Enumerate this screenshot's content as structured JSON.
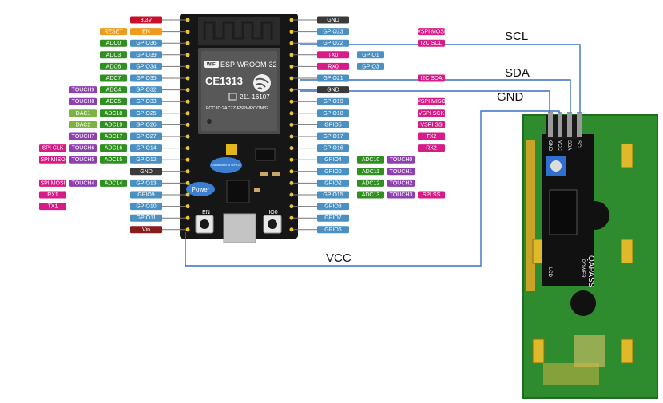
{
  "colors": {
    "red": "#c8102e",
    "orange": "#ee9b1d",
    "green": "#2f8f1f",
    "lightgreen": "#7cb342",
    "blue": "#4a90c2",
    "purple": "#8e3fb0",
    "pink": "#d81b87",
    "gray": "#3a3a3a",
    "darkred": "#8b1a1a",
    "wire": "#3b6fc9",
    "board": "#1a1a1a",
    "lcd_pcb": "#2e8b2e"
  },
  "left_pins": [
    {
      "main": {
        "text": "3.3V",
        "color": "red"
      },
      "extras": []
    },
    {
      "main": {
        "text": "EN",
        "color": "orange"
      },
      "extras": [
        {
          "text": "RESET",
          "color": "orange"
        }
      ]
    },
    {
      "main": {
        "text": "GPIO36",
        "color": "blue"
      },
      "extras": [
        {
          "text": "ADC0",
          "color": "green"
        }
      ]
    },
    {
      "main": {
        "text": "GPIO39",
        "color": "blue"
      },
      "extras": [
        {
          "text": "ADC3",
          "color": "green"
        }
      ]
    },
    {
      "main": {
        "text": "GPIO34",
        "color": "blue"
      },
      "extras": [
        {
          "text": "ADC6",
          "color": "green"
        }
      ]
    },
    {
      "main": {
        "text": "GPIO35",
        "color": "blue"
      },
      "extras": [
        {
          "text": "ADC7",
          "color": "green"
        }
      ]
    },
    {
      "main": {
        "text": "GPIO32",
        "color": "blue"
      },
      "extras": [
        {
          "text": "ADC4",
          "color": "green"
        },
        {
          "text": "TOUCH9",
          "color": "purple"
        }
      ]
    },
    {
      "main": {
        "text": "GPIO33",
        "color": "blue"
      },
      "extras": [
        {
          "text": "ADC5",
          "color": "green"
        },
        {
          "text": "TOUCH8",
          "color": "purple"
        }
      ]
    },
    {
      "main": {
        "text": "GPIO25",
        "color": "blue"
      },
      "extras": [
        {
          "text": "ADC18",
          "color": "green"
        },
        {
          "text": "DAC1",
          "color": "lightgreen"
        }
      ]
    },
    {
      "main": {
        "text": "GPIO26",
        "color": "blue"
      },
      "extras": [
        {
          "text": "ADC19",
          "color": "green"
        },
        {
          "text": "DAC2",
          "color": "lightgreen"
        }
      ]
    },
    {
      "main": {
        "text": "GPIO27",
        "color": "blue"
      },
      "extras": [
        {
          "text": "ADC17",
          "color": "green"
        },
        {
          "text": "TOUCH7",
          "color": "purple"
        }
      ]
    },
    {
      "main": {
        "text": "GPIO14",
        "color": "blue"
      },
      "extras": [
        {
          "text": "ADC16",
          "color": "green"
        },
        {
          "text": "TOUCH6",
          "color": "purple"
        },
        {
          "text": "SPI CLK",
          "color": "pink"
        }
      ]
    },
    {
      "main": {
        "text": "GPIO12",
        "color": "blue"
      },
      "extras": [
        {
          "text": "ADC15",
          "color": "green"
        },
        {
          "text": "TOUCH5",
          "color": "purple"
        },
        {
          "text": "SPI MISO",
          "color": "pink"
        }
      ]
    },
    {
      "main": {
        "text": "GND",
        "color": "gray"
      },
      "extras": []
    },
    {
      "main": {
        "text": "GPIO13",
        "color": "blue"
      },
      "extras": [
        {
          "text": "ADC14",
          "color": "green"
        },
        {
          "text": "TOUCH4",
          "color": "purple"
        },
        {
          "text": "SPI MOSI",
          "color": "pink"
        }
      ]
    },
    {
      "main": {
        "text": "GPIO9",
        "color": "blue"
      },
      "extras": [
        {
          "text": "",
          "color": "none"
        },
        {
          "text": "",
          "color": "none"
        },
        {
          "text": "RX1",
          "color": "pink"
        }
      ]
    },
    {
      "main": {
        "text": "GPIO10",
        "color": "blue"
      },
      "extras": [
        {
          "text": "",
          "color": "none"
        },
        {
          "text": "",
          "color": "none"
        },
        {
          "text": "TX1",
          "color": "pink"
        }
      ]
    },
    {
      "main": {
        "text": "GPIO11",
        "color": "blue"
      },
      "extras": []
    },
    {
      "main": {
        "text": "Vin",
        "color": "darkred"
      },
      "extras": []
    }
  ],
  "right_pins": [
    {
      "main": {
        "text": "GND",
        "color": "gray"
      },
      "extras": []
    },
    {
      "main": {
        "text": "GPIO23",
        "color": "blue"
      },
      "extras": [
        {
          "text": "",
          "color": "none"
        },
        {
          "text": "",
          "color": "none"
        },
        {
          "text": "VSPI MOSI",
          "color": "pink"
        }
      ]
    },
    {
      "main": {
        "text": "GPIO22",
        "color": "blue"
      },
      "extras": [
        {
          "text": "",
          "color": "none"
        },
        {
          "text": "",
          "color": "none"
        },
        {
          "text": "I2C SCL",
          "color": "pink"
        }
      ]
    },
    {
      "main": {
        "text": "TX0",
        "color": "pink"
      },
      "extras": [
        {
          "text": "GPIO1",
          "color": "blue"
        }
      ]
    },
    {
      "main": {
        "text": "RX0",
        "color": "pink"
      },
      "extras": [
        {
          "text": "GPIO3",
          "color": "blue"
        }
      ]
    },
    {
      "main": {
        "text": "GPIO21",
        "color": "blue"
      },
      "extras": [
        {
          "text": "",
          "color": "none"
        },
        {
          "text": "",
          "color": "none"
        },
        {
          "text": "I2C SDA",
          "color": "pink"
        }
      ]
    },
    {
      "main": {
        "text": "GND",
        "color": "gray"
      },
      "extras": []
    },
    {
      "main": {
        "text": "GPIO19",
        "color": "blue"
      },
      "extras": [
        {
          "text": "",
          "color": "none"
        },
        {
          "text": "",
          "color": "none"
        },
        {
          "text": "VSPI MISO",
          "color": "pink"
        }
      ]
    },
    {
      "main": {
        "text": "GPIO18",
        "color": "blue"
      },
      "extras": [
        {
          "text": "",
          "color": "none"
        },
        {
          "text": "",
          "color": "none"
        },
        {
          "text": "VSPI SCK",
          "color": "pink"
        }
      ]
    },
    {
      "main": {
        "text": "GPIO5",
        "color": "blue"
      },
      "extras": [
        {
          "text": "",
          "color": "none"
        },
        {
          "text": "",
          "color": "none"
        },
        {
          "text": "VSPI SS",
          "color": "pink"
        }
      ]
    },
    {
      "main": {
        "text": "GPIO17",
        "color": "blue"
      },
      "extras": [
        {
          "text": "",
          "color": "none"
        },
        {
          "text": "",
          "color": "none"
        },
        {
          "text": "TX2",
          "color": "pink"
        }
      ]
    },
    {
      "main": {
        "text": "GPIO16",
        "color": "blue"
      },
      "extras": [
        {
          "text": "",
          "color": "none"
        },
        {
          "text": "",
          "color": "none"
        },
        {
          "text": "RX2",
          "color": "pink"
        }
      ]
    },
    {
      "main": {
        "text": "GPIO4",
        "color": "blue"
      },
      "extras": [
        {
          "text": "ADC10",
          "color": "green"
        },
        {
          "text": "TOUCH0",
          "color": "purple"
        }
      ]
    },
    {
      "main": {
        "text": "GPIO0",
        "color": "blue"
      },
      "extras": [
        {
          "text": "ADC11",
          "color": "green"
        },
        {
          "text": "TOUCH1",
          "color": "purple"
        }
      ]
    },
    {
      "main": {
        "text": "GPIO2",
        "color": "blue"
      },
      "extras": [
        {
          "text": "ADC12",
          "color": "green"
        },
        {
          "text": "TOUCH2",
          "color": "purple"
        }
      ]
    },
    {
      "main": {
        "text": "GPIO15",
        "color": "blue"
      },
      "extras": [
        {
          "text": "ADC13",
          "color": "green"
        },
        {
          "text": "TOUCH3",
          "color": "purple"
        },
        {
          "text": "SPI SS",
          "color": "pink"
        }
      ]
    },
    {
      "main": {
        "text": "GPIO8",
        "color": "blue"
      },
      "extras": []
    },
    {
      "main": {
        "text": "GPIO7",
        "color": "blue"
      },
      "extras": []
    },
    {
      "main": {
        "text": "GPIO6",
        "color": "blue"
      },
      "extras": []
    }
  ],
  "wires": {
    "scl": "SCL",
    "sda": "SDA",
    "gnd": "GND",
    "vcc": "VCC"
  },
  "esp_board": {
    "module": "ESP-WROOM-32",
    "ce": "CE1313",
    "fcc": "FCC ID:2AC7Z-ESPWROOM32",
    "ic": "211-16107",
    "wifi": "WiFi",
    "en_label": "EN",
    "io0_label": "IO0",
    "power_label": "Power",
    "connected_label": "Connected to GPIO2"
  },
  "lcd": {
    "header_labels": [
      "GND",
      "VCC",
      "SDA",
      "SCL"
    ],
    "brand": "QAPASS",
    "lcd_label": "LCD",
    "power_label": "POWER"
  }
}
